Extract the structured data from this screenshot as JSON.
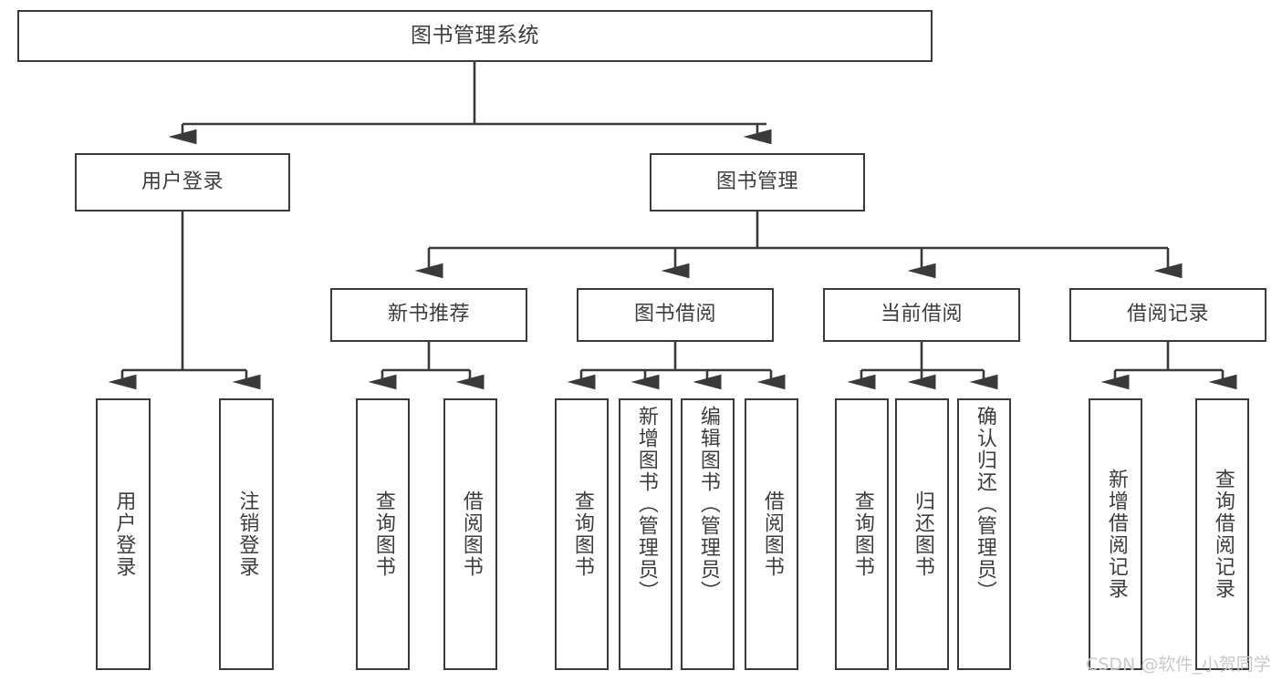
{
  "diagram": {
    "title": "图书管理系统",
    "type": "tree-hierarchy",
    "watermark": "CSDN @软件_小贺同学",
    "colors": {
      "box_stroke": "#3a3a3a",
      "box_fill": "#ffffff",
      "edge_stroke": "#3a3a3a",
      "text": "#3d3d3d",
      "watermark": "#c9c9c9",
      "background": "#ffffff"
    },
    "nodes": {
      "root": {
        "label": "图书管理系统"
      },
      "level2": [
        {
          "label": "用户登录"
        },
        {
          "label": "图书管理"
        }
      ],
      "level3": [
        {
          "label": "新书推荐"
        },
        {
          "label": "图书借阅"
        },
        {
          "label": "当前借阅"
        },
        {
          "label": "借阅记录"
        }
      ],
      "leaves": {
        "user_login": [
          {
            "label": "用户登录"
          },
          {
            "label": "注销登录"
          }
        ],
        "new_book": [
          {
            "label": "查询图书"
          },
          {
            "label": "借阅图书"
          }
        ],
        "book_borrow": [
          {
            "label": "查询图书"
          },
          {
            "label": "新增图书（管理员）"
          },
          {
            "label": "编辑图书（管理员）"
          },
          {
            "label": "借阅图书"
          }
        ],
        "current_borrow": [
          {
            "label": "查询图书"
          },
          {
            "label": "归还图书"
          },
          {
            "label": "确认归还（管理员）"
          }
        ],
        "borrow_record": [
          {
            "label": "新增借阅记录"
          },
          {
            "label": "查询借阅记录"
          }
        ]
      }
    }
  }
}
